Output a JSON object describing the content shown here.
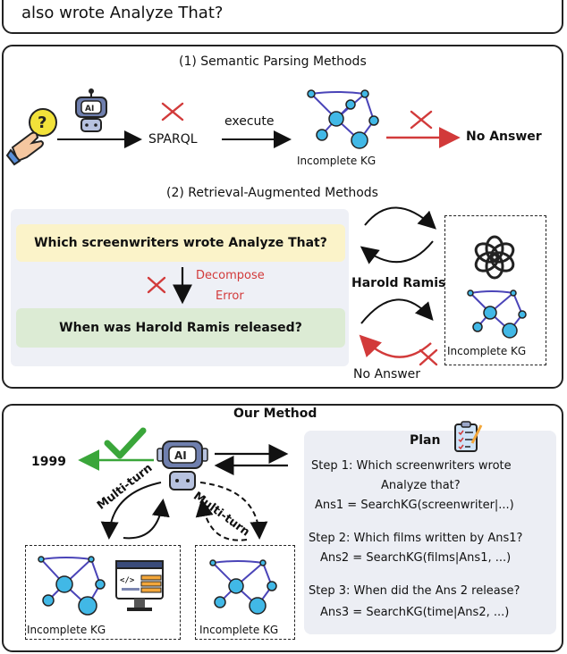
{
  "top_panel": {
    "question_tail": "also wrote Analyze That?"
  },
  "semantic": {
    "title": "(1) Semantic Parsing Methods",
    "robot_label": "AI",
    "sparql": "SPARQL",
    "execute": "execute",
    "kg_label": "Incomplete KG",
    "no_answer": "No Answer"
  },
  "retrieval": {
    "title": "(2) Retrieval-Augmented Methods",
    "question1": "Which screenwriters wrote Analyze That?",
    "decompose_line1": "Decompose",
    "decompose_line2": "Error",
    "question2": "When was Harold Ramis released?",
    "harold": "Harold Ramis",
    "no_answer": "No Answer",
    "kg_label": "Incomplete KG"
  },
  "our_method": {
    "title": "Our Method",
    "answer": "1999",
    "robot_label": "AI",
    "multi_turn_left": "Multi-turn",
    "multi_turn_right": "Multi-turn",
    "kg_left_label": "Incomplete KG",
    "kg_right_label": "Incomplete KG",
    "plan": {
      "title": "Plan",
      "step1_line1": "Step 1: Which screenwriters wrote",
      "step1_line2": "Analyze that?",
      "ans1": "Ans1 = SearchKG(screenwriter|...)",
      "step2": "Step 2: Which films written by Ans1?",
      "ans2": "Ans2 = SearchKG(films|Ans1, ...)",
      "step3": "Step 3: When did the Ans 2 release?",
      "ans3": "Ans3 = SearchKG(time|Ans2, ...)"
    }
  },
  "colors": {
    "red": "#d23a3a",
    "green": "#3aa63a",
    "node": "#41b8e6",
    "edge": "#4a44b8",
    "yellow_box": "#fbf3c9",
    "green_box": "#dcebd4",
    "grey_panel": "#eef0f6",
    "plan_bg": "#eceef4"
  }
}
